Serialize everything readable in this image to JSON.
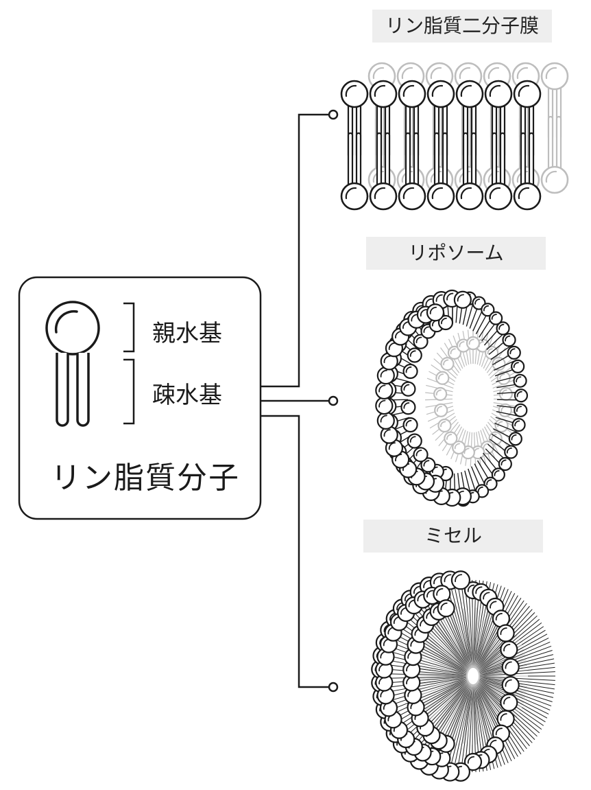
{
  "labels": {
    "bilayer": "リン脂質二分子膜",
    "liposome": "リポソーム",
    "micelle": "ミセル"
  },
  "molecule_box": {
    "hydrophilic": "親水基",
    "hydrophobic": "疎水基",
    "title": "リン脂質分子"
  },
  "colors": {
    "stroke": "#1a1a1a",
    "faded": "#bdbdbd",
    "label_bg": "#eeeeee"
  }
}
